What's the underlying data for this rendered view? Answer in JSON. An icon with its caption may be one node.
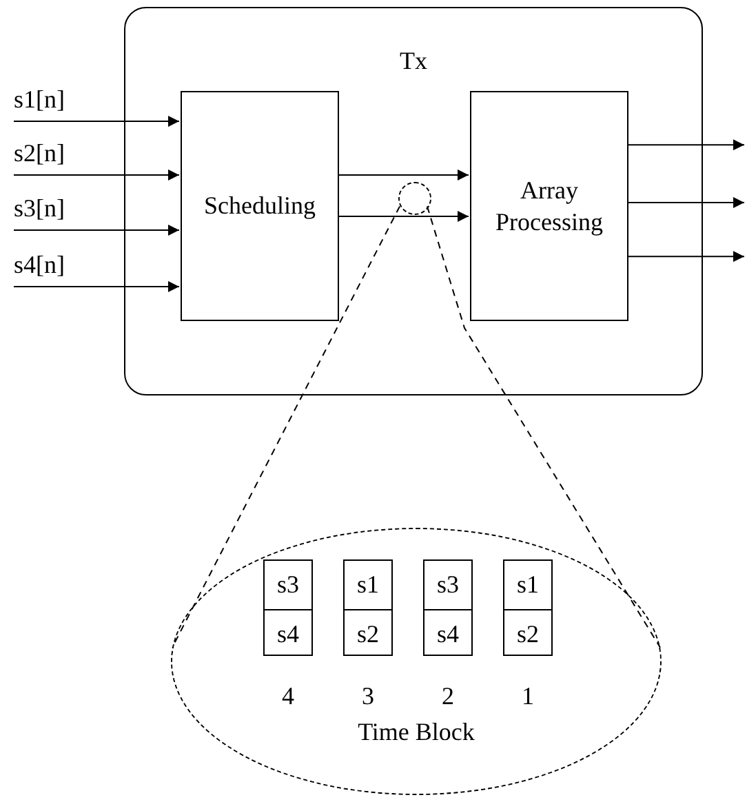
{
  "diagram": {
    "nodes": [
      {
        "text": [
          "Tx"
        ]
      },
      {
        "text": [
          "s1[n]"
        ]
      },
      {
        "text": [
          "s2[n]"
        ]
      },
      {
        "text": [
          "s3[n]"
        ]
      },
      {
        "text": [
          "s4[n]"
        ]
      },
      {
        "text": [
          "Scheduling"
        ],
        "in": 0
      },
      {
        "text": [
          "Array Processing"
        ],
        "in": 0
      },
      {
        "text": [],
        "shape": "circle",
        "in": 0
      },
      {
        "text": [
          "Time Block"
        ]
      },
      {
        "text": [
          "s3",
          "s4"
        ],
        "in": 8,
        "beside": [
          "4"
        ]
      },
      {
        "text": [
          "s1",
          "s2"
        ],
        "in": 8,
        "beside": [
          "3"
        ]
      },
      {
        "text": [
          "s3",
          "s4"
        ],
        "in": 8,
        "beside": [
          "2"
        ]
      },
      {
        "text": [
          "s1",
          "s2"
        ],
        "in": 8,
        "beside": [
          "1"
        ]
      }
    ],
    "edges": [
      {
        "from": 1,
        "to": 5,
        "arrow": "to"
      },
      {
        "from": 2,
        "to": 5,
        "arrow": "to"
      },
      {
        "from": 3,
        "to": 5,
        "arrow": "to"
      },
      {
        "from": 4,
        "to": 5,
        "arrow": "to"
      },
      {
        "from": 5,
        "to": 6,
        "arrow": "to"
      },
      {
        "from": 5,
        "to": 6,
        "arrow": "to"
      },
      {
        "from": 6,
        "to": null,
        "arrow": "to"
      },
      {
        "from": 6,
        "to": null,
        "arrow": "to"
      },
      {
        "from": 6,
        "to": null,
        "arrow": "to"
      },
      {
        "from": 7,
        "to": 8,
        "arrow": "none",
        "style": "dashed"
      },
      {
        "from": 7,
        "to": 8,
        "arrow": "none",
        "style": "dashed"
      }
    ]
  }
}
